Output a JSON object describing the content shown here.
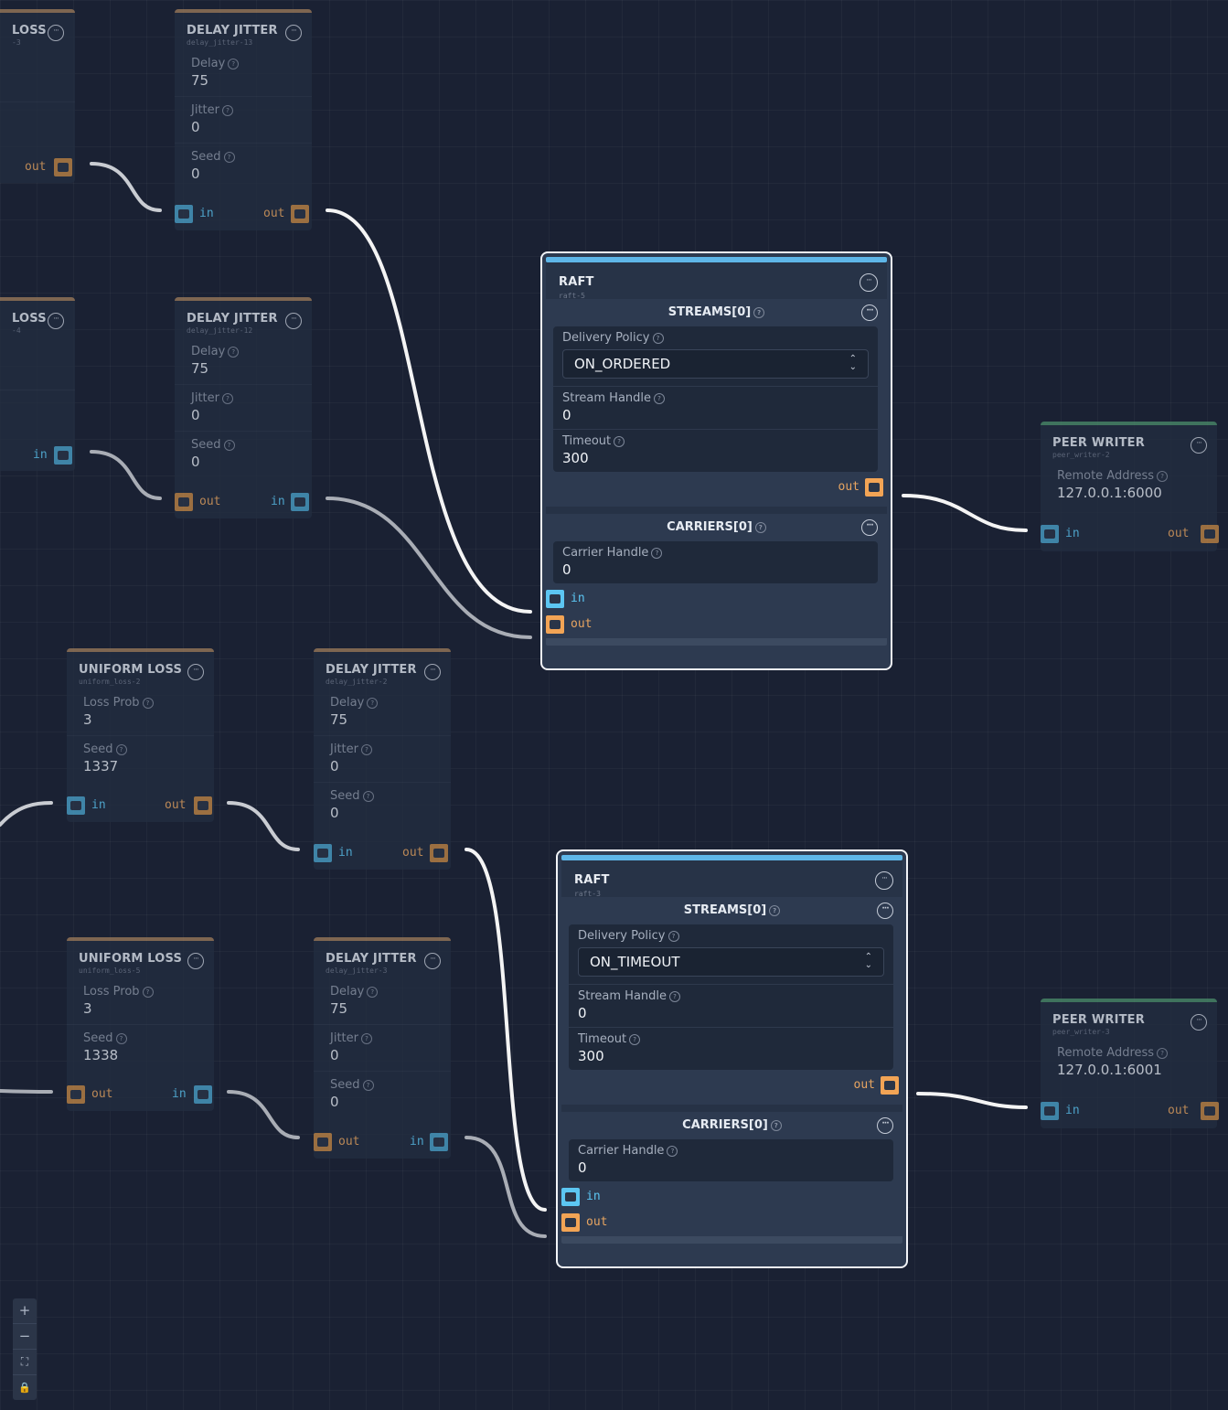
{
  "colors": {
    "background": "#1a2133",
    "wire": "#f0f0f0",
    "in_port": "#5cc6f2",
    "out_port": "#f2a455",
    "raft_accent": "#5eb6e8",
    "peer_accent": "#4a8a6a",
    "loss_accent": "#9a7a5a"
  },
  "partial_nodes": [
    {
      "title": "LOSS",
      "sub": "-3",
      "port_label": "out"
    },
    {
      "title": "LOSS",
      "sub": "-4",
      "port_label": "in"
    }
  ],
  "delay_jitter_nodes": [
    {
      "title": "DELAY JITTER",
      "sub": "delay_jitter-13",
      "fields": [
        {
          "label": "Delay",
          "value": "75"
        },
        {
          "label": "Jitter",
          "value": "0"
        },
        {
          "label": "Seed",
          "value": "0"
        }
      ],
      "left_port": "in",
      "right_port": "out"
    },
    {
      "title": "DELAY JITTER",
      "sub": "delay_jitter-12",
      "fields": [
        {
          "label": "Delay",
          "value": "75"
        },
        {
          "label": "Jitter",
          "value": "0"
        },
        {
          "label": "Seed",
          "value": "0"
        }
      ],
      "left_port": "out",
      "right_port": "in"
    },
    {
      "title": "DELAY JITTER",
      "sub": "delay_jitter-2",
      "fields": [
        {
          "label": "Delay",
          "value": "75"
        },
        {
          "label": "Jitter",
          "value": "0"
        },
        {
          "label": "Seed",
          "value": "0"
        }
      ],
      "left_port": "in",
      "right_port": "out"
    },
    {
      "title": "DELAY JITTER",
      "sub": "delay_jitter-3",
      "fields": [
        {
          "label": "Delay",
          "value": "75"
        },
        {
          "label": "Jitter",
          "value": "0"
        },
        {
          "label": "Seed",
          "value": "0"
        }
      ],
      "left_port": "out",
      "right_port": "in"
    }
  ],
  "uniform_loss_nodes": [
    {
      "title": "UNIFORM LOSS",
      "sub": "uniform_loss-2",
      "fields": [
        {
          "label": "Loss Prob",
          "value": "3"
        },
        {
          "label": "Seed",
          "value": "1337"
        }
      ],
      "left_port": "in",
      "right_port": "out"
    },
    {
      "title": "UNIFORM LOSS",
      "sub": "uniform_loss-5",
      "fields": [
        {
          "label": "Loss Prob",
          "value": "3"
        },
        {
          "label": "Seed",
          "value": "1338"
        }
      ],
      "left_port": "out",
      "right_port": "in"
    }
  ],
  "raft_nodes": [
    {
      "title": "RAFT",
      "sub": "raft-5",
      "streams_header": "STREAMS[0]",
      "delivery_policy_label": "Delivery Policy",
      "delivery_policy": "ON_ORDERED",
      "stream_handle_label": "Stream Handle",
      "stream_handle": "0",
      "timeout_label": "Timeout",
      "timeout": "300",
      "stream_out": "out",
      "carriers_header": "CARRIERS[0]",
      "carrier_handle_label": "Carrier Handle",
      "carrier_handle": "0",
      "carrier_in": "in",
      "carrier_out": "out"
    },
    {
      "title": "RAFT",
      "sub": "raft-3",
      "streams_header": "STREAMS[0]",
      "delivery_policy_label": "Delivery Policy",
      "delivery_policy": "ON_TIMEOUT",
      "stream_handle_label": "Stream Handle",
      "stream_handle": "0",
      "timeout_label": "Timeout",
      "timeout": "300",
      "stream_out": "out",
      "carriers_header": "CARRIERS[0]",
      "carrier_handle_label": "Carrier Handle",
      "carrier_handle": "0",
      "carrier_in": "in",
      "carrier_out": "out"
    }
  ],
  "peer_writer_nodes": [
    {
      "title": "PEER WRITER",
      "sub": "peer_writer-2",
      "field_label": "Remote Address",
      "field_value": "127.0.0.1:6000",
      "left_port": "in",
      "right_port": "out"
    },
    {
      "title": "PEER WRITER",
      "sub": "peer_writer-3",
      "field_label": "Remote Address",
      "field_value": "127.0.0.1:6001",
      "left_port": "in",
      "right_port": "out"
    }
  ],
  "icons": {
    "menu": "ellipsis-circle-icon",
    "help": "question-circle-icon",
    "select": "chevron-up-down-icon"
  },
  "zoom_controls": [
    {
      "name": "zoom-in-button",
      "glyph": "+"
    },
    {
      "name": "zoom-out-button",
      "glyph": "−"
    },
    {
      "name": "fit-view-button",
      "glyph": "⛶"
    },
    {
      "name": "lock-button",
      "glyph": "🔒"
    }
  ]
}
